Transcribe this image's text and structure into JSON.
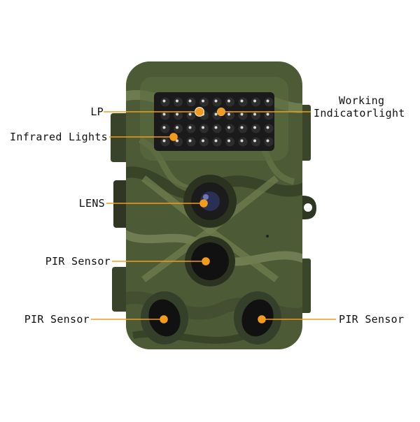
{
  "product": {
    "name": "camouflage trail camera",
    "camo_colors": [
      "#3f4a2e",
      "#5a6a40",
      "#7b8a5a",
      "#2c3420",
      "#8e9a6a"
    ],
    "leader_color": "#f39b1e",
    "panel_color": "#1a1a1a"
  },
  "callouts": {
    "lp": "LP",
    "working_line1": "Working",
    "working_line2": "Indicatorlight",
    "infrared": "Infrared Lights",
    "lens": "LENS",
    "pir_center": "PIR Sensor",
    "pir_left": "PIR Sensor",
    "pir_right": "PIR Sensor"
  }
}
